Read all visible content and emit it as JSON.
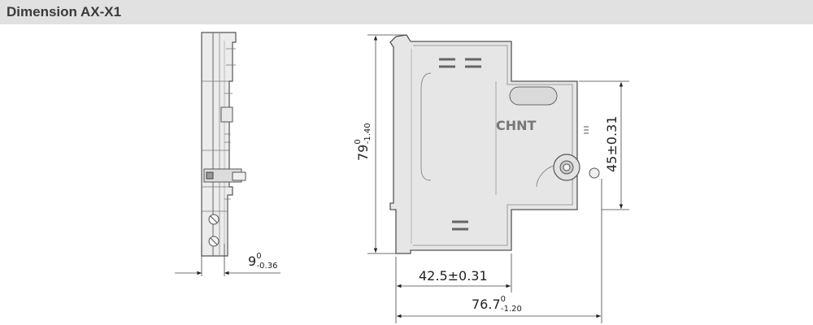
{
  "header": {
    "title": "Dimension AX-X1"
  },
  "brand": {
    "logo_text": "CHNT"
  },
  "dimensions": {
    "side_width": {
      "base": "9",
      "upper": "0",
      "lower": "-0.36"
    },
    "height": {
      "base": "79",
      "upper": "0",
      "lower": "-1.40"
    },
    "inner_height": "45±0.31",
    "inner_width": "42.5±0.31",
    "total_width": {
      "base": "76.7",
      "upper": "0",
      "lower": "-1.20"
    }
  },
  "colors": {
    "header_bg": "#e1e1e1",
    "body_fill": "#e6e6e6",
    "outline": "#555555"
  }
}
